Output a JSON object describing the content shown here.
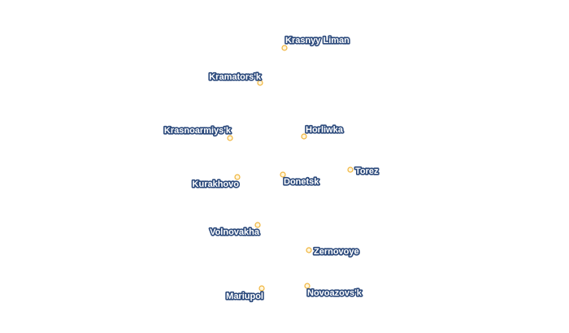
{
  "map": {
    "cities": [
      {
        "name": "Krasnyy Liman"
      },
      {
        "name": "Kramators'k"
      },
      {
        "name": "Krasnoarmiys'k"
      },
      {
        "name": "Horliwka"
      },
      {
        "name": "Kurakhovo"
      },
      {
        "name": "Donetsk"
      },
      {
        "name": "Torez"
      },
      {
        "name": "Volnovakha"
      },
      {
        "name": "Zernovoye"
      },
      {
        "name": "Mariupol"
      },
      {
        "name": "Novoazovs'k"
      }
    ],
    "marker_colors": {
      "fill": "#fff6dc",
      "stroke": "#f0b43c"
    },
    "label_colors": {
      "text": "#ffffff",
      "halo": "#2c4a7c"
    }
  }
}
